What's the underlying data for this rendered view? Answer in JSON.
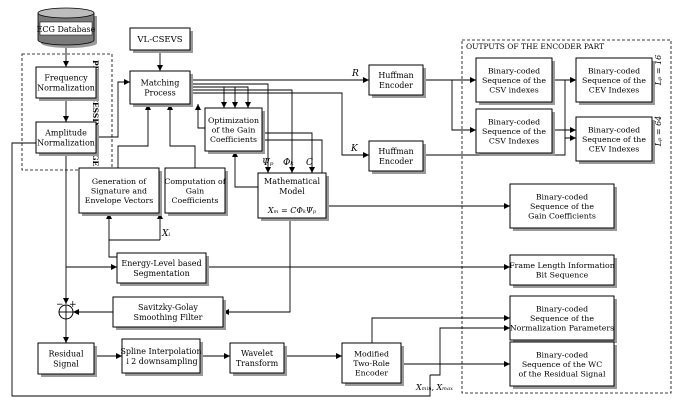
{
  "blocks": {
    "ecg_database": "ECG Database",
    "vl_csevs": "VL-CSEVS",
    "frequency_normalization": [
      "Frequency",
      "Normalization"
    ],
    "amplitude_normalization": [
      "Amplitude",
      "Normalization"
    ],
    "matching_process": [
      "Matching",
      "Process"
    ],
    "optimization_gain": [
      "Optimization",
      "of the Gain",
      "Coefficients"
    ],
    "huffman_r": [
      "Huffman",
      "Encoder"
    ],
    "huffman_k": [
      "Huffman",
      "Encoder"
    ],
    "generation_signature": [
      "Generation of",
      "Signature and",
      "Envelope Vectors"
    ],
    "computation_gain": [
      "Computation of",
      "Gain",
      "Coefficients"
    ],
    "mathematical_model": [
      "Mathematical",
      "Model"
    ],
    "energy_segmentation": [
      "Energy-Level based",
      "Segmentation"
    ],
    "savitzky_golay": [
      "Savitzky-Golay",
      "Smoothing Filter"
    ],
    "residual_signal": [
      "Residual",
      "Signal"
    ],
    "spline_interpolation": [
      "Spline Interpolation",
      "↓2 downsampling"
    ],
    "wavelet_transform": [
      "Wavelet",
      "Transform"
    ],
    "modified_two_role": [
      "Modified",
      "Two-Role",
      "Encoder"
    ]
  },
  "outputs": {
    "title": "OUTPUTS OF THE ENCODER PART",
    "csv_1": [
      "Binary-coded",
      "Sequence of the",
      "CSV indexes"
    ],
    "csv_2": [
      "Binary-coded",
      "Sequence of the",
      "CSV Indexes"
    ],
    "cev_1": [
      "Binary-coded",
      "Sequence of the",
      "CEV Indexes"
    ],
    "cev_2": [
      "Binary-coded",
      "Sequence of the",
      "CEV Indexes"
    ],
    "gain": [
      "Binary-coded",
      "Sequence of the",
      "Gain Coefficients"
    ],
    "frame_length": [
      "Frame Length Information",
      "Bit Sequence"
    ],
    "normalization": [
      "Binary-coded",
      "Sequence of the",
      "Normalization Parameters"
    ],
    "wc": [
      "Binary-coded",
      "Sequence of the WC",
      "of the Residual Signal"
    ]
  },
  "labels": {
    "preprocessing_stage": "PREPROCESSING STAGE",
    "lp16": "Lₚ = 16",
    "lp64": "Lₚ = 64",
    "R": "R",
    "K": "K",
    "psi": "Ψₚ",
    "phi": "Φₖ",
    "C": "C",
    "model_formula": "Xₘ = CΦₖΨₚ",
    "Xi": "Xᵢ",
    "xmin_xmax": "Xₘᵢₙ, Xₘₐₓ",
    "minus": "−",
    "plus": "+"
  }
}
